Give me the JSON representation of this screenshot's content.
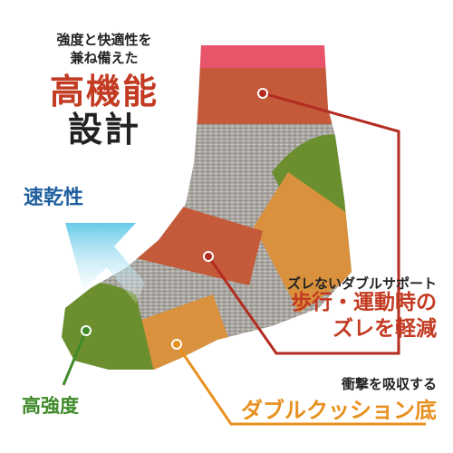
{
  "intro": {
    "line1": "強度と快適性を",
    "line2": "兼ね備えた"
  },
  "headline": {
    "line1": "高機能",
    "line2": "設計"
  },
  "features": {
    "quick_dry": "速乾性",
    "strength": "高強度"
  },
  "callouts": {
    "slip": {
      "small": "ズレないダブルサポート",
      "line1": "歩行・運動時の",
      "line2": "ズレを軽減"
    },
    "cushion": {
      "small": "衝撃を吸収する",
      "big": "ダブルクッション底"
    }
  },
  "colors": {
    "red": "#c23b22",
    "dark": "#222222",
    "blue": "#1f5f9e",
    "green": "#3f8a2a",
    "orange": "#e8901f",
    "pink_cuff": "#e8546a",
    "olive": "#6b8f2f",
    "rust": "#c45a3a",
    "grey_knit": "#a9a6a2"
  }
}
